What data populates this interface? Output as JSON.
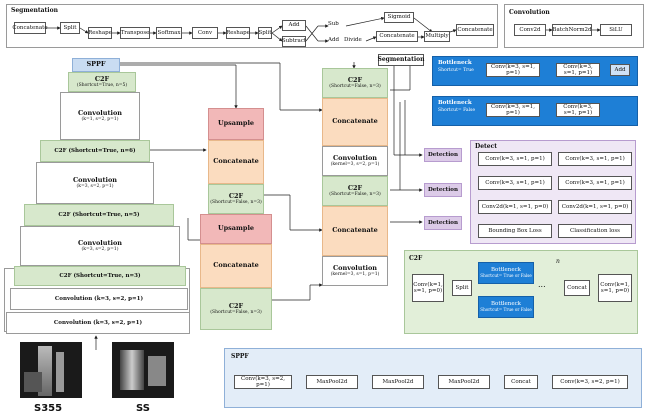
{
  "segmentation_panel": {
    "title": "Segmentation",
    "concatenate": "Concatenate",
    "split": "Split",
    "reshape1": "Reshape",
    "transpose": "Transpose",
    "softmax": "Softmax",
    "conv": "Conv",
    "reshape2": "Reshape",
    "split2": "Split",
    "add": "Add",
    "subtract": "Subtract",
    "sub": "Sub",
    "add2": "Add",
    "divide": "Divide",
    "sigmoid": "Sigmoid",
    "concatenate2": "Concatenate",
    "multiply": "Multiply",
    "concatenate3": "Concatenate"
  },
  "convolution_panel": {
    "title": "Convolution",
    "conv2d": "Conv2d",
    "batchnorm": "BatchNorm2d",
    "silu": "SiLU"
  },
  "backbone": {
    "sppf": "SPPF",
    "c2f_top": "C2F",
    "c2f_top_params": "(Shortcut=True, n=5)",
    "conv1": "Convolution",
    "conv1_params": "(k=1, s=2, p=1)",
    "c2f_2": "C2F (Shortcut=True, n=6)",
    "conv2": "Convolution",
    "conv2_params": "(k=3, s=2, p=1)",
    "c2f_3": "C2F (Shortcut=True, n=5)",
    "conv3": "Convolution",
    "conv3_params": "(k=3, s=2, p=1)",
    "c2f_4": "C2F (Shortcut=True, n=3)",
    "conv4": "Convolution (k=3, s=2, p=1)",
    "conv5": "Convolution (k=3, s=2, p=1)"
  },
  "neck_left": {
    "upsample1": "Upsample",
    "concat1": "Concatenate",
    "c2f1": "C2F",
    "c2f1_params": "(Shortcut=False, n=3)",
    "upsample2": "Upsample",
    "concat2": "Concatenate",
    "c2f2": "C2F",
    "c2f2_params": "(Shortcut=False, n=3)"
  },
  "neck_right": {
    "segmentation": "Segmentation",
    "c2f_a": "C2F",
    "c2f_a_params": "(Shortcut=False, n=3)",
    "concat_a": "Concatenate",
    "conv_a": "Convolution",
    "conv_a_params": "(kernel=3, s=2, p=1)",
    "c2f_b": "C2F",
    "c2f_b_params": "(Shortcut=False, n=3)",
    "concat_b": "Concatenate",
    "conv_b": "Convolution",
    "conv_b_params": "(kernel=3, s=1, p=1)"
  },
  "detection_labels": [
    "Detection",
    "Detection",
    "Detection"
  ],
  "bottleneck1": {
    "title": "Bottleneck",
    "sub": "Shortcut= True",
    "conv1": "Conv(k=3, s=1, p=1)",
    "conv2": "Conv(k=3, s=1, p=1)",
    "add": "Add"
  },
  "bottleneck2": {
    "title": "Bottleneck",
    "sub": "Shortcut= False",
    "conv1": "Conv(k=3, s=1, p=1)",
    "conv2": "Conv(k=3, s=1, p=1)"
  },
  "detect_panel": {
    "title": "Detect",
    "l1": "Conv(k=3, s=1, p=1)",
    "r1": "Conv(k=3, s=1, p=1)",
    "l2": "Conv(k=3, s=1, p=1)",
    "r2": "Conv(k=3, s=1, p=1)",
    "l3": "Conv2d(k=1, s=1, p=0)",
    "r3": "Conv2d(k=1, s=1, p=0)",
    "l4": "Bounding Box Loss",
    "r4": "Classification loss"
  },
  "c2f_panel": {
    "title": "C2F",
    "conv_in": "Conv(k=1, s=1, p=0)",
    "split": "Split",
    "bneck1": "Bottleneck",
    "bneck1_sub": "Shortcut= True or False",
    "bneck2": "Bottleneck",
    "bneck2_sub": "Shortcut= True or False",
    "dots": "...",
    "n_label": "n",
    "concat": "Concat",
    "conv_out": "Conv(k=1, s=1, p=0)"
  },
  "sppf_panel": {
    "title": "SPPF",
    "conv1": "Conv(k=3, s=2, p=1)",
    "mp1": "MaxPool2d",
    "mp2": "MaxPool2d",
    "mp3": "MaxPool2d",
    "concat": "Concat",
    "conv2": "Conv(k=3, s=2, p=1)"
  },
  "captions": {
    "left": "S355",
    "right": "SS"
  },
  "colors": {
    "green": "#d7e8cc",
    "pink": "#f2b8b8",
    "peach": "#fbdcbf",
    "light_blue": "#c9dcf2",
    "blue": "#1e7fd6",
    "purple": "#dccbe8"
  }
}
